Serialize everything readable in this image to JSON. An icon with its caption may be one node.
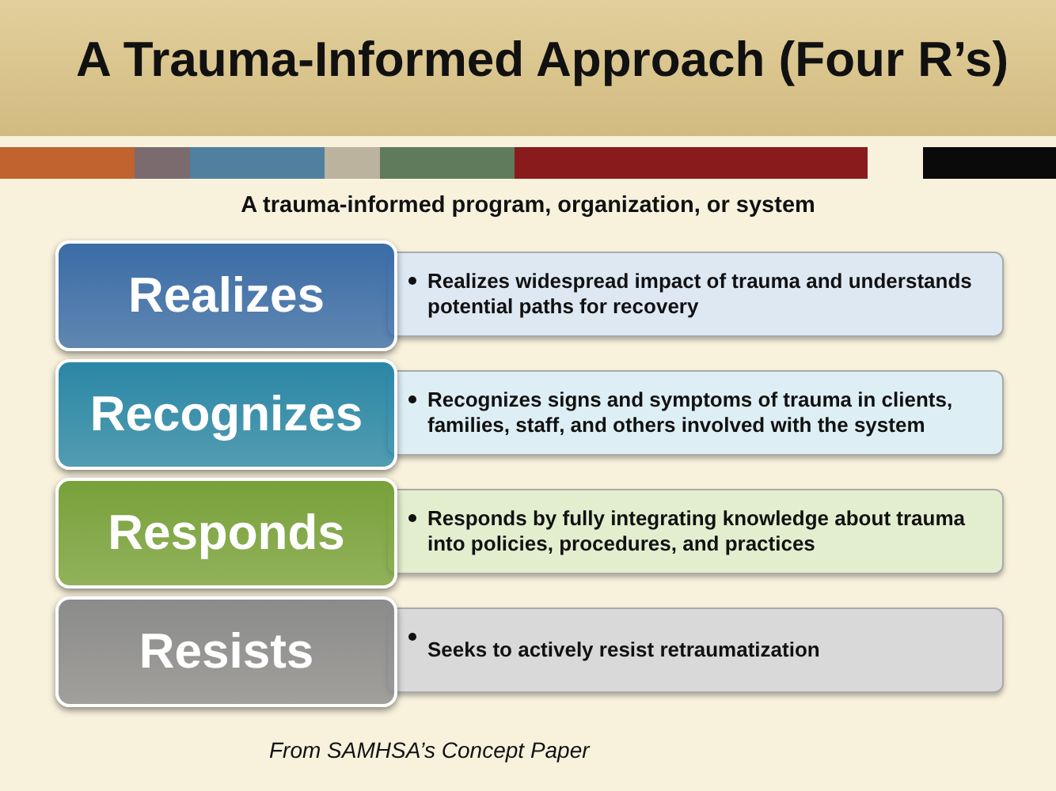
{
  "diagram": {
    "title": "A Trauma-Informed Approach (Four R’s)",
    "caption": "From SAMHSA’s Concept Paper",
    "nodes": [
      {
        "text": [
          "Realizes"
        ]
      },
      {
        "text": [
          "Realizes widespread impact of trauma and understands potential paths for recovery"
        ]
      },
      {
        "text": [
          "Recognizes"
        ]
      },
      {
        "text": [
          "Recognizes signs and symptoms of trauma in clients, families, staff, and others involved with the system"
        ]
      },
      {
        "text": [
          "Responds"
        ]
      },
      {
        "text": [
          "Responds by fully integrating knowledge about trauma into policies, procedures, and practices"
        ]
      },
      {
        "text": [
          "Resists"
        ]
      },
      {
        "text": [
          "Seeks to actively resist retraumatization"
        ]
      }
    ],
    "labels": [
      "A trauma-informed program, organization, or system"
    ]
  }
}
